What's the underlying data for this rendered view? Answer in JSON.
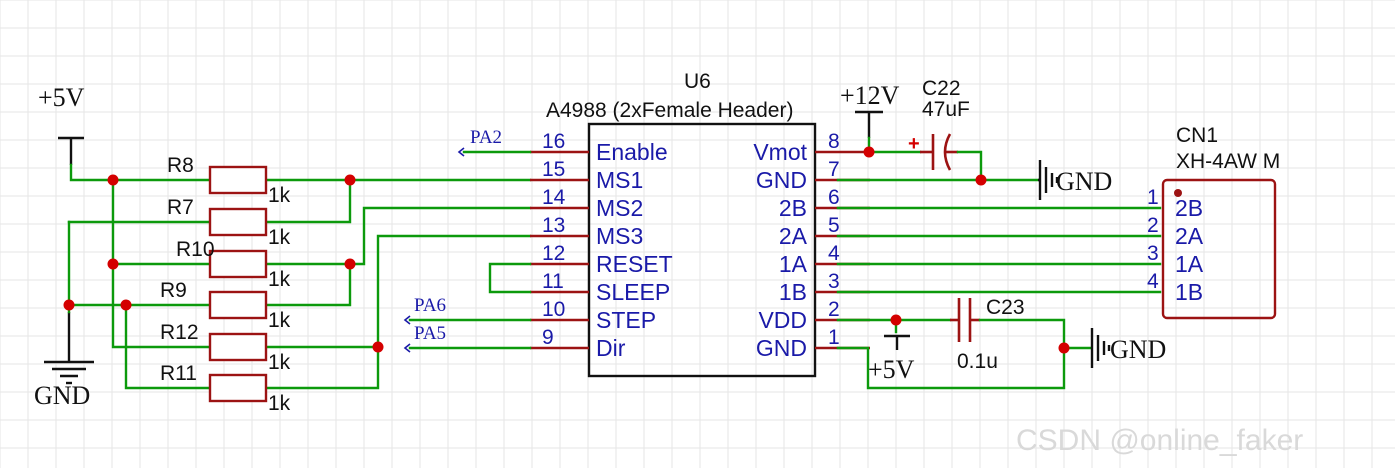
{
  "u6": {
    "designator": "U6",
    "part": "A4988 (2xFemale Header)",
    "left_pins": [
      {
        "num": "16",
        "name": "Enable"
      },
      {
        "num": "15",
        "name": "MS1"
      },
      {
        "num": "14",
        "name": "MS2"
      },
      {
        "num": "13",
        "name": "MS3"
      },
      {
        "num": "12",
        "name": "RESET"
      },
      {
        "num": "11",
        "name": "SLEEP"
      },
      {
        "num": "10",
        "name": "STEP"
      },
      {
        "num": "9",
        "name": "Dir"
      }
    ],
    "right_pins": [
      {
        "num": "8",
        "name": "Vmot"
      },
      {
        "num": "7",
        "name": "GND"
      },
      {
        "num": "6",
        "name": "2B"
      },
      {
        "num": "5",
        "name": "2A"
      },
      {
        "num": "4",
        "name": "1A"
      },
      {
        "num": "3",
        "name": "1B"
      },
      {
        "num": "2",
        "name": "VDD"
      },
      {
        "num": "1",
        "name": "GND"
      }
    ]
  },
  "cn1": {
    "designator": "CN1",
    "part": "XH-4AW M",
    "pins": [
      {
        "num": "1",
        "name": "2B"
      },
      {
        "num": "2",
        "name": "2A"
      },
      {
        "num": "3",
        "name": "1A"
      },
      {
        "num": "4",
        "name": "1B"
      }
    ]
  },
  "c22": {
    "designator": "C22",
    "value": "47uF",
    "polarity": "+"
  },
  "c23": {
    "designator": "C23",
    "value": "0.1u"
  },
  "resistors": [
    {
      "designator": "R8",
      "value": "1k"
    },
    {
      "designator": "R7",
      "value": "1k"
    },
    {
      "designator": "R10",
      "value": "1k"
    },
    {
      "designator": "R9",
      "value": "1k"
    },
    {
      "designator": "R12",
      "value": "1k"
    },
    {
      "designator": "R11",
      "value": "1k"
    }
  ],
  "nets": {
    "plus5v_left": "+5V",
    "gnd_left": "GND",
    "plus12v": "+12V",
    "gnd_c22": "GND",
    "gnd_c23": "GND",
    "plus5v_vdd": "+5V",
    "pa2": "PA2",
    "pa6": "PA6",
    "pa5": "PA5"
  },
  "watermark": "CSDN @online_faker"
}
